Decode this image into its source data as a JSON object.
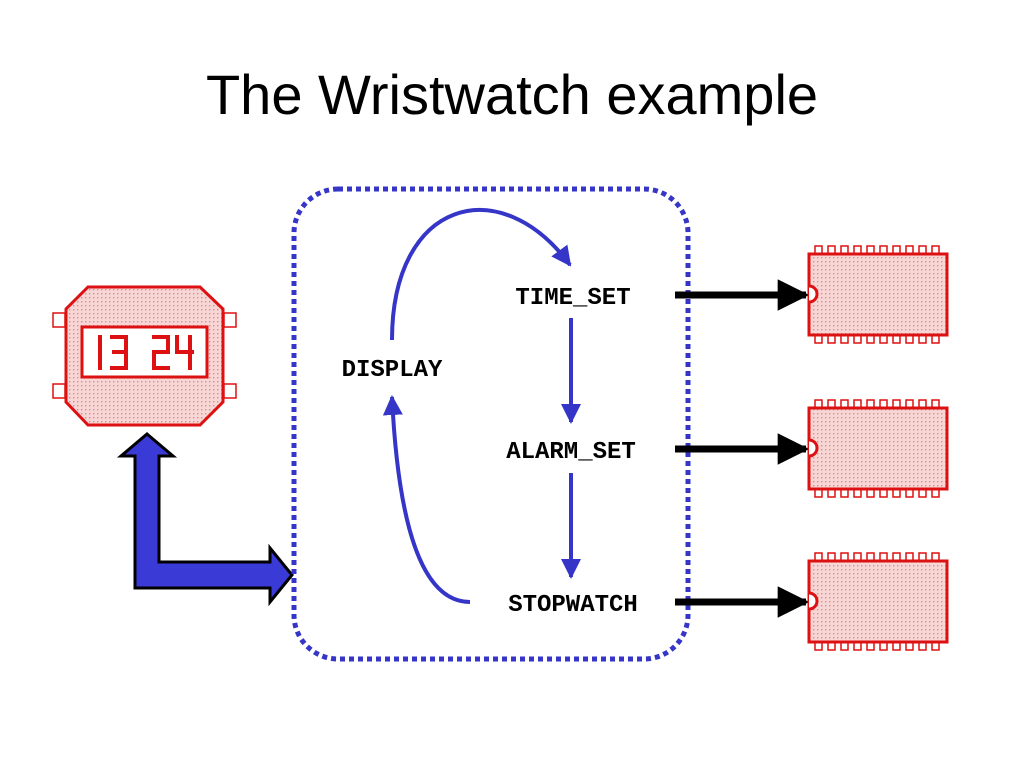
{
  "title": "The Wristwatch example",
  "watch": {
    "hours": "13",
    "minutes": "24"
  },
  "states": {
    "display": "DISPLAY",
    "time_set": "TIME_SET",
    "alarm_set": "ALARM_SET",
    "stopwatch": "STOPWATCH"
  },
  "colors": {
    "state_arrow": "#3535c8",
    "watch_red": "#dd1111",
    "watch_fill": "#f4c6c6",
    "connector": "#000000"
  }
}
